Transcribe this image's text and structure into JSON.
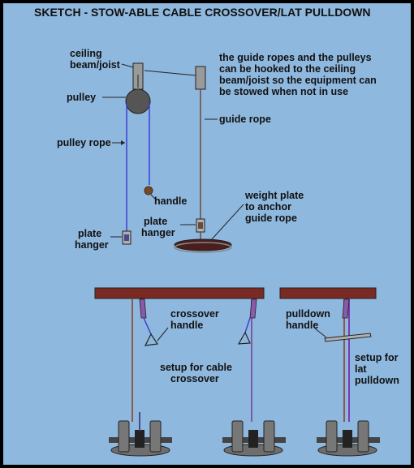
{
  "title": "SKETCH  - STOW-ABLE CABLE CROSSOVER/LAT PULLDOWN",
  "labels": {
    "ceiling_1": "ceiling",
    "ceiling_2": "beam/joist",
    "pulley": "pulley",
    "pulley_rope": "pulley rope",
    "handle": "handle",
    "plate_hanger_left_1": "plate",
    "plate_hanger_left_2": "hanger",
    "plate_hanger_mid_1": "plate",
    "plate_hanger_mid_2": "hanger",
    "guide_rope": "guide rope",
    "weight_plate_1": "weight plate",
    "weight_plate_2": "to anchor",
    "weight_plate_3": "guide rope",
    "note_1": "the guide ropes and the pulleys",
    "note_2": "can be hooked to the ceiling",
    "note_3": "beam/joist so the equipment can",
    "note_4": "be stowed when not in use",
    "crossover_handle_1": "crossover",
    "crossover_handle_2": "handle",
    "setup_crossover_1": "setup  for  cable",
    "setup_crossover_2": "crossover",
    "pulldown_handle_1": "pulldown",
    "pulldown_handle_2": "handle",
    "setup_pulldown_1": "setup  for",
    "setup_pulldown_2": "lat",
    "setup_pulldown_3": "pulldown"
  },
  "colors": {
    "background": "#8fb8de",
    "frame": "#000000",
    "beam": "#7a2a22",
    "pulley_rope": "#3b3fd6",
    "guide_rope": "#6b4a3a",
    "handle_ball": "#7a4a1e",
    "weight_plate": "#4a1e1e",
    "plate_gray": "#6e6e6e"
  }
}
